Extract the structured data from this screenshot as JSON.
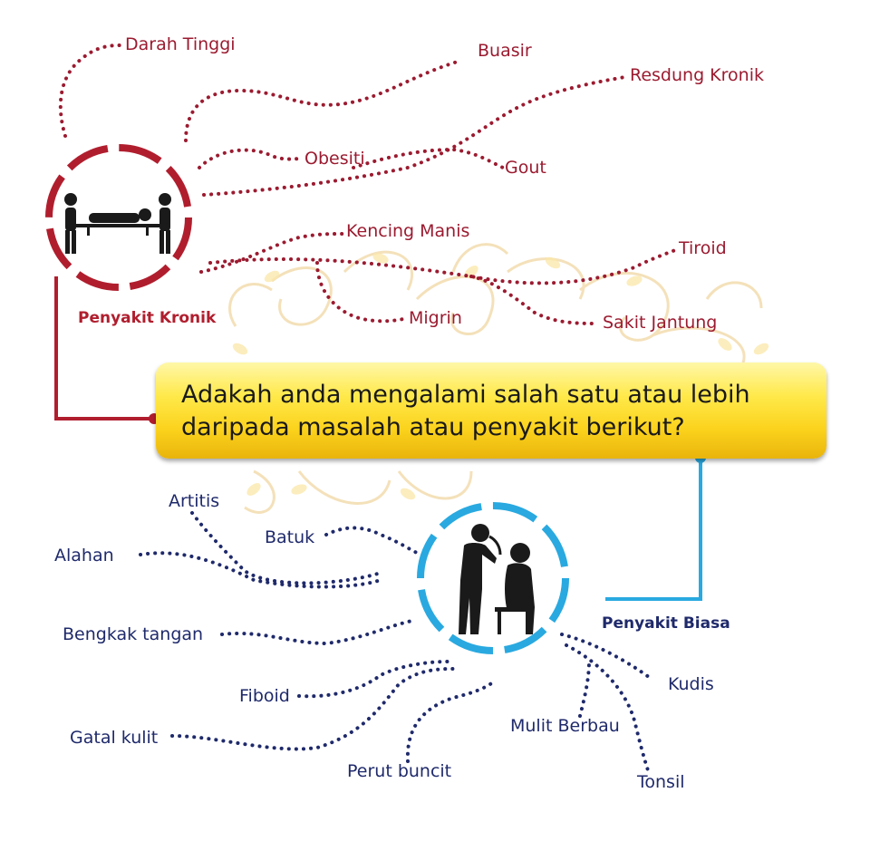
{
  "question": "Adakah anda mengalami salah satu atau lebih\ndaripada masalah atau penyakit berikut?",
  "chronic": {
    "category_label": "Penyakit Kronik",
    "icon": "stretcher-patient-icon",
    "color": "#b01e2e",
    "items": [
      "Darah Tinggi",
      "Buasir",
      "Resdung Kronik",
      "Obesiti",
      "Gout",
      "Kencing Manis",
      "Tiroid",
      "Migrin",
      "Sakit Jantung"
    ]
  },
  "common": {
    "category_label": "Penyakit Biasa",
    "icon": "doctor-patient-icon",
    "color": "#29a9e0",
    "items": [
      "Artitis",
      "Batuk",
      "Alahan",
      "Bengkak tangan",
      "Fiboid",
      "Gatal kulit",
      "Perut buncit",
      "Mulit Berbau",
      "Kudis",
      "Tonsil"
    ]
  },
  "colors": {
    "chronic_text": "#9b1b30",
    "common_text": "#1f2a6b",
    "question_box": "#fbd21c",
    "ornament": "#f3d9a4"
  }
}
